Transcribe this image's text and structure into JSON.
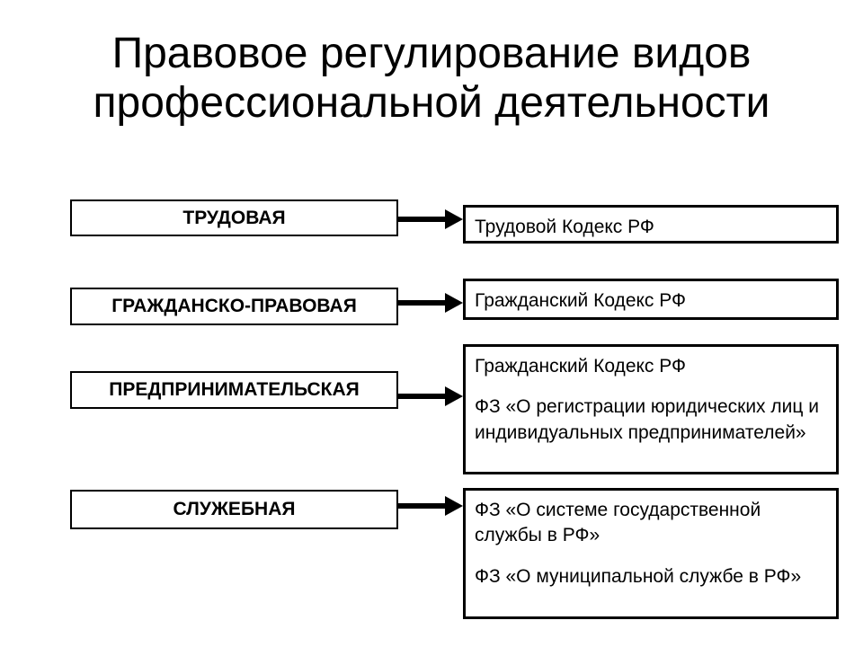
{
  "title": "Правовое регулирование видов профессиональной деятельности",
  "colors": {
    "background": "#ffffff",
    "text": "#000000",
    "box_border": "#000000",
    "arrow": "#000000"
  },
  "diagram": {
    "rows": [
      {
        "activity": "ТРУДОВАЯ",
        "regulations": [
          "Трудовой Кодекс РФ"
        ]
      },
      {
        "activity": "ГРАЖДАНСКО-ПРАВОВАЯ",
        "regulations": [
          "Гражданский  Кодекс РФ"
        ]
      },
      {
        "activity": "ПРЕДПРИНИМАТЕЛЬСКАЯ",
        "regulations": [
          "Гражданский Кодекс РФ",
          "ФЗ «О регистрации юридических лиц и индивидуальных предпринимателей»"
        ]
      },
      {
        "activity": "СЛУЖЕБНАЯ",
        "regulations": [
          "ФЗ «О системе государственной службы в РФ»",
          "ФЗ «О муниципальной службе в РФ»"
        ]
      }
    ]
  }
}
